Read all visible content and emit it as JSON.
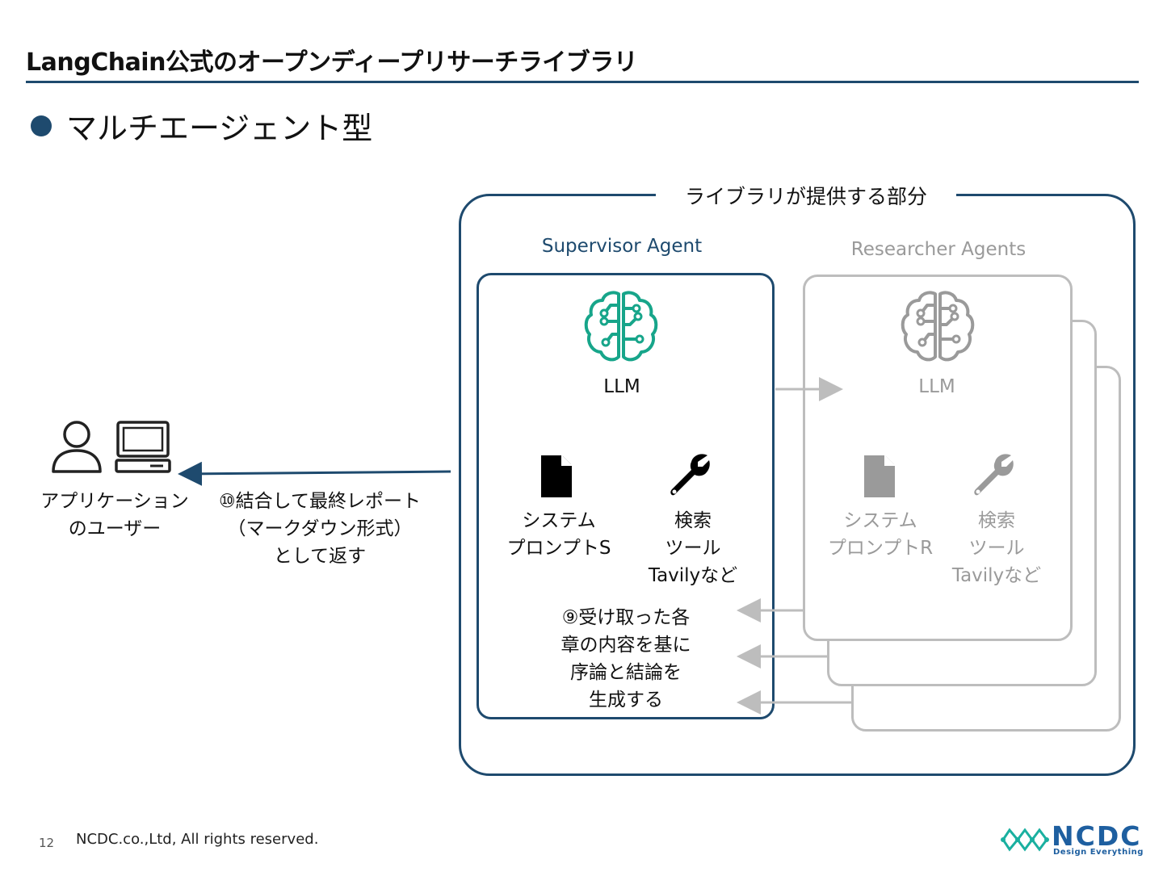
{
  "header": {
    "title": "LangChain公式のオープンディープリサーチライブラリ"
  },
  "section": {
    "heading": "マルチエージェント型"
  },
  "library": {
    "label": "ライブラリが提供する部分"
  },
  "supervisor": {
    "label": "Supervisor Agent",
    "llm_label": "LLM",
    "prompt_label_line1": "システム",
    "prompt_label_line2": "プロンプトS",
    "tool_label_line1": "検索",
    "tool_label_line2": "ツール",
    "tool_label_line3": "Tavilyなど",
    "step9_line1": "⑨受け取った各",
    "step9_line2": "章の内容を基に",
    "step9_line3": "序論と結論を",
    "step9_line4": "生成する"
  },
  "researcher": {
    "label": "Researcher Agents",
    "llm_label": "LLM",
    "prompt_label_line1": "システム",
    "prompt_label_line2": "プロンプトR",
    "tool_label_line1": "検索",
    "tool_label_line2": "ツール",
    "tool_label_line3": "Tavilyなど"
  },
  "user": {
    "label_line1": "アプリケーション",
    "label_line2": "のユーザー"
  },
  "step10": {
    "line1": "⑩結合して最終レポート",
    "line2": "（マークダウン形式）",
    "line3": "として返す"
  },
  "footer": {
    "page_number": "12",
    "copyright": "NCDC.co.,Ltd, All rights reserved.",
    "logo_text": "NCDC",
    "logo_tagline": "Design Everything"
  },
  "colors": {
    "brand_navy": "#1e4a6e",
    "llm_teal": "#17a58a",
    "inactive_gray": "#bdbdbd",
    "logo_blue": "#1e5fa0",
    "logo_teal": "#1ab0a0"
  },
  "icons": [
    "brain-circuit-icon",
    "document-icon",
    "wrench-icon",
    "person-icon",
    "computer-icon",
    "ncdc-logo-icon"
  ]
}
